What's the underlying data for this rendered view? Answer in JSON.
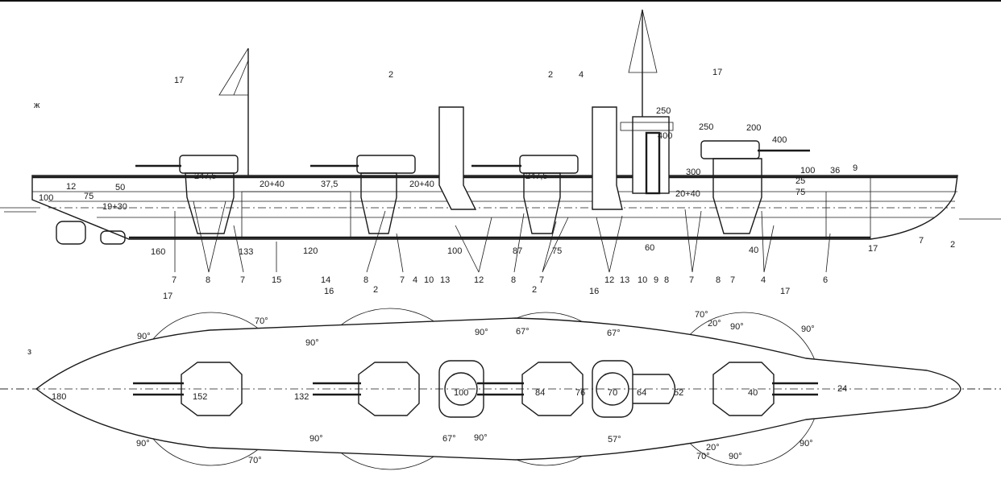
{
  "views": {
    "side_mark": "ж",
    "plan_mark": "з"
  },
  "side_labels": {
    "top": [
      "17",
      "2",
      "2",
      "4",
      "17",
      "250",
      "400",
      "250",
      "200",
      "400"
    ],
    "armor": [
      "247,5",
      "12",
      "50",
      "100",
      "75",
      "19+30",
      "20+40",
      "37,5",
      "20+40",
      "247,5",
      "300",
      "100",
      "36",
      "9",
      "25",
      "20+40",
      "75"
    ],
    "frames": [
      "160",
      "133",
      "120",
      "100",
      "87",
      "75",
      "60",
      "40",
      "17",
      "7",
      "2"
    ],
    "callouts": [
      "7",
      "8",
      "7",
      "15",
      "14",
      "8",
      "7",
      "4",
      "10",
      "13",
      "12",
      "8",
      "7",
      "12",
      "13",
      "10",
      "9",
      "8",
      "7",
      "8",
      "7",
      "4",
      "6"
    ]
  },
  "plan_labels": {
    "callouts": [
      "17",
      "16",
      "2",
      "2",
      "16",
      "17"
    ],
    "angles": [
      "90°",
      "70°",
      "90°",
      "67°",
      "90°",
      "67°",
      "70°",
      "20°",
      "90°",
      "90°",
      "90°",
      "70°",
      "90°",
      "67°",
      "90°",
      "57°",
      "20°",
      "70°",
      "90°",
      "90°"
    ],
    "frames": [
      "180",
      "152",
      "132",
      "100",
      "84",
      "76",
      "70",
      "64",
      "52",
      "40",
      "24"
    ]
  },
  "colors": {
    "ink": "#1a1a1a",
    "paper": "#ffffff"
  }
}
